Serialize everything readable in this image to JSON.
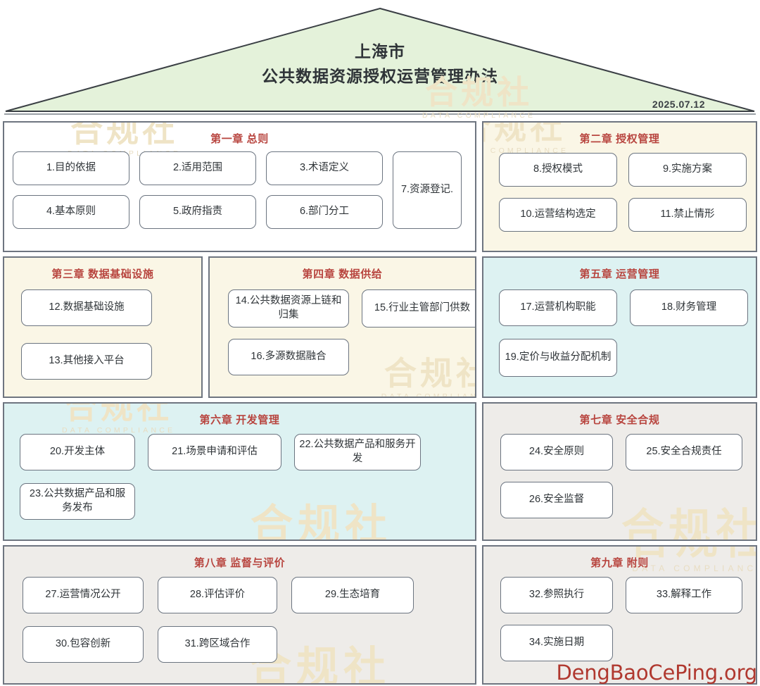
{
  "roof": {
    "title_line1": "上海市",
    "title_line2": "公共数据资源授权运营管理办法",
    "date": "2025.07.12",
    "fill_color": "#e4f2da",
    "stroke_color": "#3a3f44"
  },
  "watermark": {
    "cn": "合规社",
    "en": "DATA COMPLIANCE",
    "color": "#efe4c6"
  },
  "brand": {
    "label": "DengBaoCePing.org",
    "color": "#b0382f"
  },
  "theme": {
    "chapter_title_color": "#b8453f",
    "box_border_color": "#6b7480",
    "panel_border_color": "#6e7580",
    "bg_white": "#ffffff",
    "bg_cream": "#faf6e6",
    "bg_teal": "#ddf2f2",
    "bg_gray": "#eeece9",
    "text_color": "#2f3438"
  },
  "chapters": [
    {
      "id": "ch1",
      "title": "第一章 总则",
      "background": "#ffffff",
      "articles": [
        "1.目的依据",
        "2.适用范围",
        "3.术语定义",
        "4.基本原则",
        "5.政府指责",
        "6.部门分工",
        "7.资源登记."
      ]
    },
    {
      "id": "ch2",
      "title": "第二章 授权管理",
      "background": "#faf6e6",
      "articles": [
        "8.授权模式",
        "9.实施方案",
        "10.运营结构选定",
        "11.禁止情形"
      ]
    },
    {
      "id": "ch3",
      "title": "第三章 数据基础设施",
      "background": "#faf6e6",
      "articles": [
        "12.数据基础设施",
        "13.其他接入平台"
      ]
    },
    {
      "id": "ch4",
      "title": "第四章 数据供给",
      "background": "#faf6e6",
      "articles": [
        "14.公共数据资源上链和归集",
        "15.行业主管部门供数",
        "16.多源数据融合"
      ]
    },
    {
      "id": "ch5",
      "title": "第五章 运营管理",
      "background": "#ddf2f2",
      "articles": [
        "17.运营机构职能",
        "18.财务管理",
        "19.定价与收益分配机制"
      ]
    },
    {
      "id": "ch6",
      "title": "第六章 开发管理",
      "background": "#ddf2f2",
      "articles": [
        "20.开发主体",
        "21.场景申请和评估",
        "22.公共数据产品和服务开发",
        "23.公共数据产品和服务发布"
      ]
    },
    {
      "id": "ch7",
      "title": "第七章 安全合规",
      "background": "#eeece9",
      "articles": [
        "24.安全原则",
        "25.安全合规责任",
        "26.安全监督"
      ]
    },
    {
      "id": "ch8",
      "title": "第八章 监督与评价",
      "background": "#eeece9",
      "articles": [
        "27.运营情况公开",
        "28.评估评价",
        "29.生态培育",
        "30.包容创新",
        "31.跨区域合作"
      ]
    },
    {
      "id": "ch9",
      "title": "第九章 附则",
      "background": "#eeece9",
      "articles": [
        "32.参照执行",
        "33.解释工作",
        "34.实施日期"
      ]
    }
  ]
}
